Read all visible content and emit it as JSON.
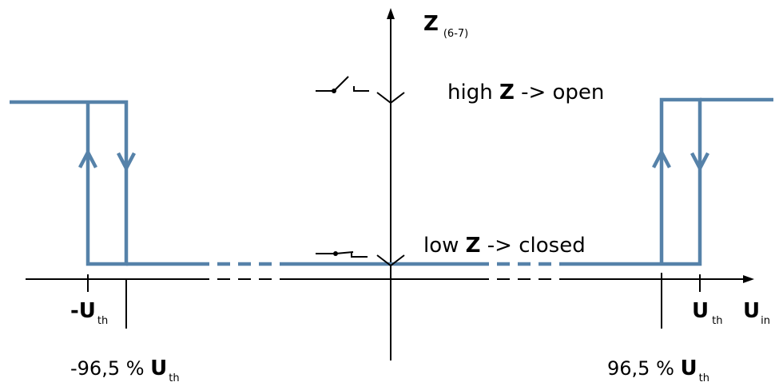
{
  "diagram": {
    "y_axis": {
      "symbol": "Z",
      "subscript": "(6-7)"
    },
    "x_axis": {
      "symbol": "U",
      "subscript": "in"
    },
    "states": {
      "high": {
        "text_before": "high ",
        "symbol": "Z",
        "text_after": " -> open"
      },
      "low": {
        "text_before": "low ",
        "symbol": "Z",
        "text_after": " -> closed"
      }
    },
    "thresholds": {
      "negative": {
        "prefix": "-",
        "symbol": "U",
        "subscript": "th"
      },
      "positive": {
        "symbol": "U",
        "subscript": "th"
      }
    },
    "percent_labels": {
      "negative": {
        "value": "-96,5 % ",
        "symbol": "U",
        "subscript": "th"
      },
      "positive": {
        "value": "96,5 % ",
        "symbol": "U",
        "subscript": "th"
      }
    },
    "colors": {
      "curve": "#5682a9",
      "axis": "#000000"
    }
  }
}
